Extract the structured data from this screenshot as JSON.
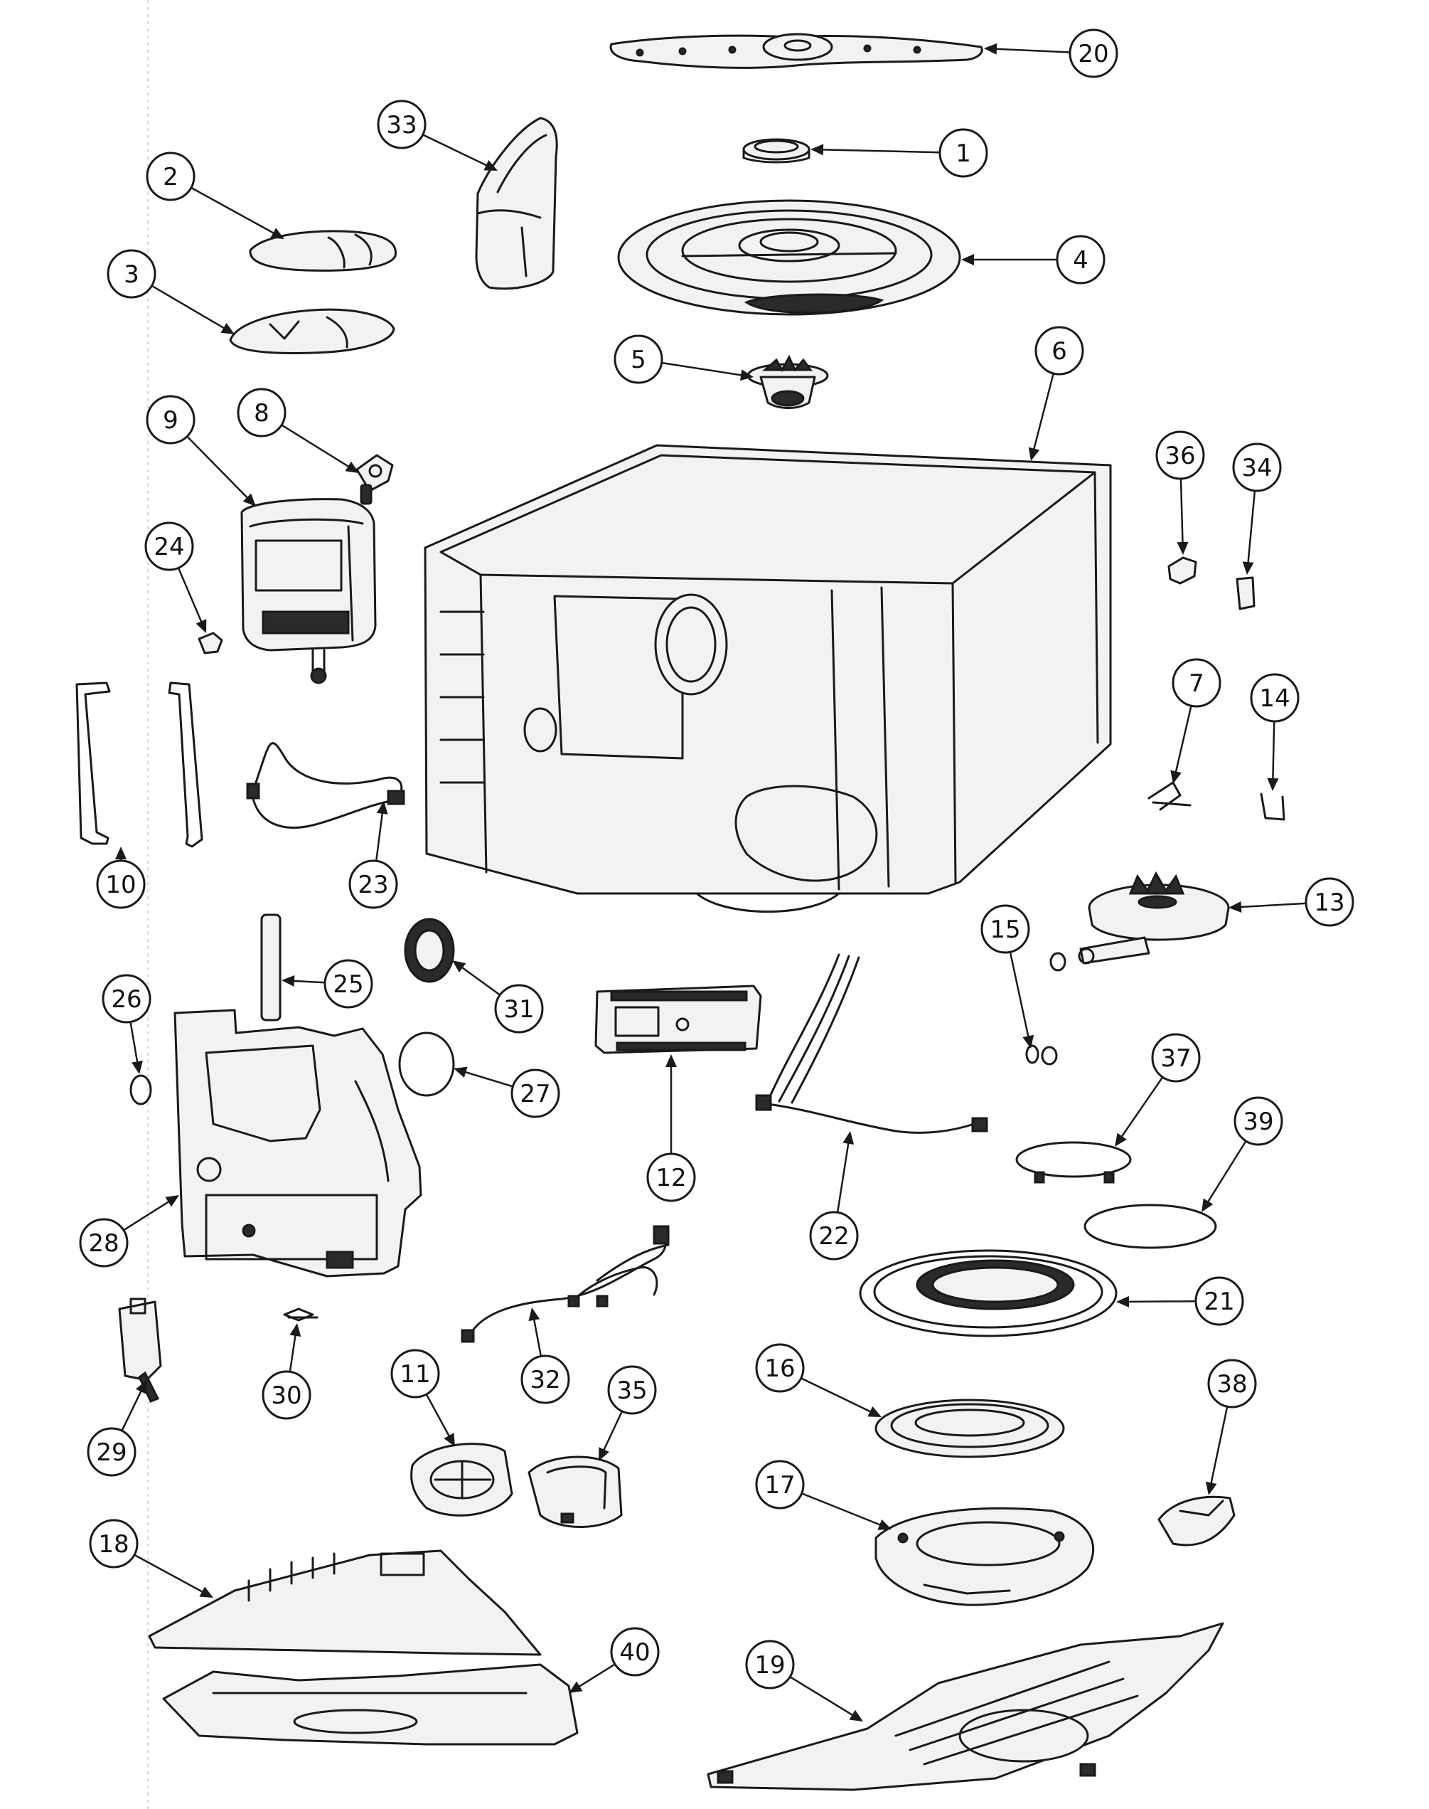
{
  "diagram": {
    "callouts": [
      {
        "id": "1",
        "label": "1"
      },
      {
        "id": "2",
        "label": "2"
      },
      {
        "id": "3",
        "label": "3"
      },
      {
        "id": "4",
        "label": "4"
      },
      {
        "id": "5",
        "label": "5"
      },
      {
        "id": "6",
        "label": "6"
      },
      {
        "id": "7",
        "label": "7"
      },
      {
        "id": "8",
        "label": "8"
      },
      {
        "id": "9",
        "label": "9"
      },
      {
        "id": "10",
        "label": "10"
      },
      {
        "id": "11",
        "label": "11"
      },
      {
        "id": "12",
        "label": "12"
      },
      {
        "id": "13",
        "label": "13"
      },
      {
        "id": "14",
        "label": "14"
      },
      {
        "id": "15",
        "label": "15"
      },
      {
        "id": "16",
        "label": "16"
      },
      {
        "id": "17",
        "label": "17"
      },
      {
        "id": "18",
        "label": "18"
      },
      {
        "id": "19",
        "label": "19"
      },
      {
        "id": "20",
        "label": "20"
      },
      {
        "id": "21",
        "label": "21"
      },
      {
        "id": "22",
        "label": "22"
      },
      {
        "id": "23",
        "label": "23"
      },
      {
        "id": "24",
        "label": "24"
      },
      {
        "id": "25",
        "label": "25"
      },
      {
        "id": "26",
        "label": "26"
      },
      {
        "id": "27",
        "label": "27"
      },
      {
        "id": "28",
        "label": "28"
      },
      {
        "id": "29",
        "label": "29"
      },
      {
        "id": "30",
        "label": "30"
      },
      {
        "id": "31",
        "label": "31"
      },
      {
        "id": "32",
        "label": "32"
      },
      {
        "id": "33",
        "label": "33"
      },
      {
        "id": "34",
        "label": "34"
      },
      {
        "id": "35",
        "label": "35"
      },
      {
        "id": "36",
        "label": "36"
      },
      {
        "id": "37",
        "label": "37"
      },
      {
        "id": "38",
        "label": "38"
      },
      {
        "id": "39",
        "label": "39"
      },
      {
        "id": "40",
        "label": "40"
      }
    ]
  }
}
